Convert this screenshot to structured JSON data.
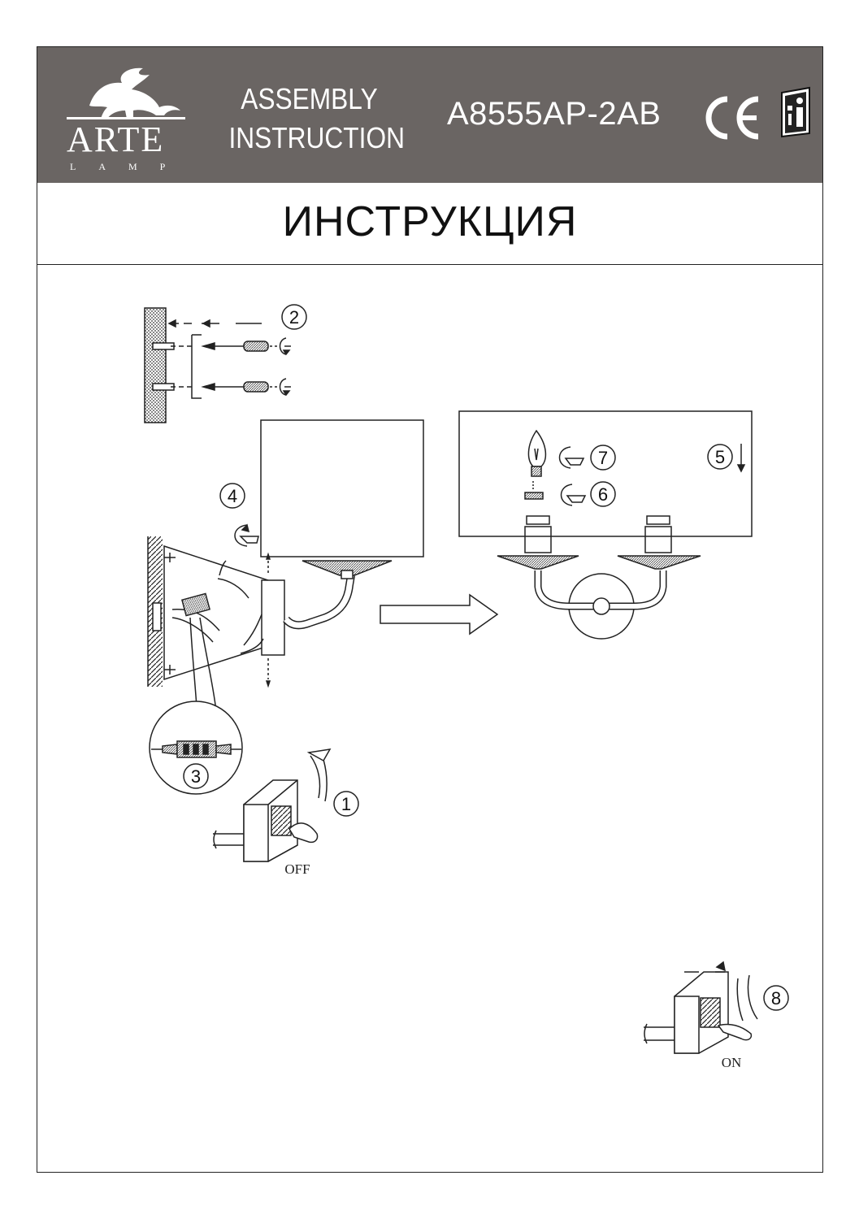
{
  "header": {
    "brand": "ARTE",
    "brand_sub": "LAMP",
    "assembly_line1": "ASSEMBLY",
    "assembly_line2": "INSTRUCTION",
    "model": "A8555AP-2AB",
    "ce_mark": "CE",
    "icons": [
      "griffin-logo-icon",
      "ce-mark-icon",
      "manual-info-icon"
    ],
    "bg_color": "#6a6563"
  },
  "title": "ИНСТРУКЦИЯ",
  "steps": [
    "1",
    "2",
    "3",
    "4",
    "5",
    "6",
    "7",
    "8"
  ],
  "switch_off_label": "OFF",
  "switch_on_label": "ON"
}
